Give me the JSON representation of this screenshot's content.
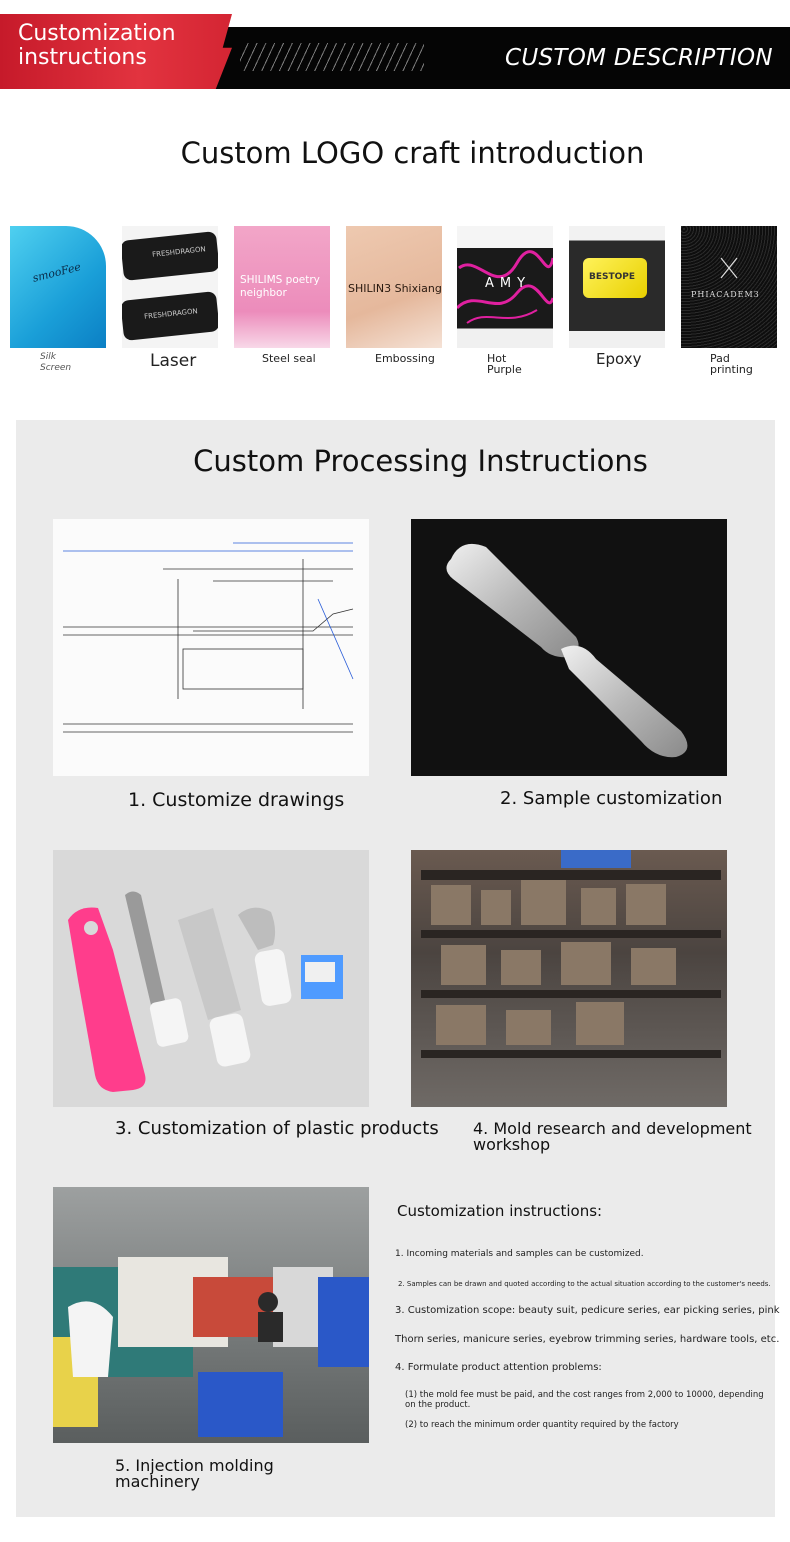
{
  "header": {
    "left_title_line1": "Customization",
    "left_title_line2": "instructions",
    "right_title": "CUSTOM DESCRIPTION"
  },
  "logo_section": {
    "title": "Custom LOGO craft introduction",
    "crafts": [
      {
        "label": "Silk Screen",
        "label_line1": "Silk",
        "label_line2": "Screen",
        "sample_text": "smooFee"
      },
      {
        "label": "Laser",
        "sample_text": "FRESHDRAGON"
      },
      {
        "label": "Steel seal",
        "sample_text": "SHILIMS poetry neighbor"
      },
      {
        "label": "Embossing",
        "sample_text": "SHILIN3 Shixiang"
      },
      {
        "label": "Hot Purple",
        "label_line1": "Hot",
        "label_line2": "Purple",
        "sample_text": "AMY"
      },
      {
        "label": "Epoxy",
        "sample_text": "BESTOPE"
      },
      {
        "label": "Pad printing",
        "label_line1": "Pad",
        "label_line2": "printing",
        "sample_text": "PHIACADEM3"
      }
    ]
  },
  "processing_section": {
    "title": "Custom Processing Instructions",
    "steps": [
      {
        "caption": "1. Customize drawings"
      },
      {
        "caption": "2. Sample customization"
      },
      {
        "caption": "3. Customization of plastic products"
      },
      {
        "caption_line1": "4. Mold research and development",
        "caption_line2": "workshop"
      },
      {
        "caption_line1": "5. Injection molding",
        "caption_line2": "machinery"
      }
    ],
    "notes": {
      "title": "Customization instructions:",
      "items": [
        "1. Incoming materials and samples can be customized.",
        "2. Samples can be drawn and quoted according to the actual situation according to the customer's needs.",
        "3. Customization scope: beauty suit, pedicure series, ear picking series, pink",
        "Thorn series, manicure series, eyebrow trimming series, hardware tools, etc.",
        "4. Formulate product attention problems:",
        "(1) the mold fee must be paid, and the cost ranges from 2,000 to 10000, depending on the product.",
        "(2) to reach the minimum order quantity required by the factory"
      ]
    }
  }
}
